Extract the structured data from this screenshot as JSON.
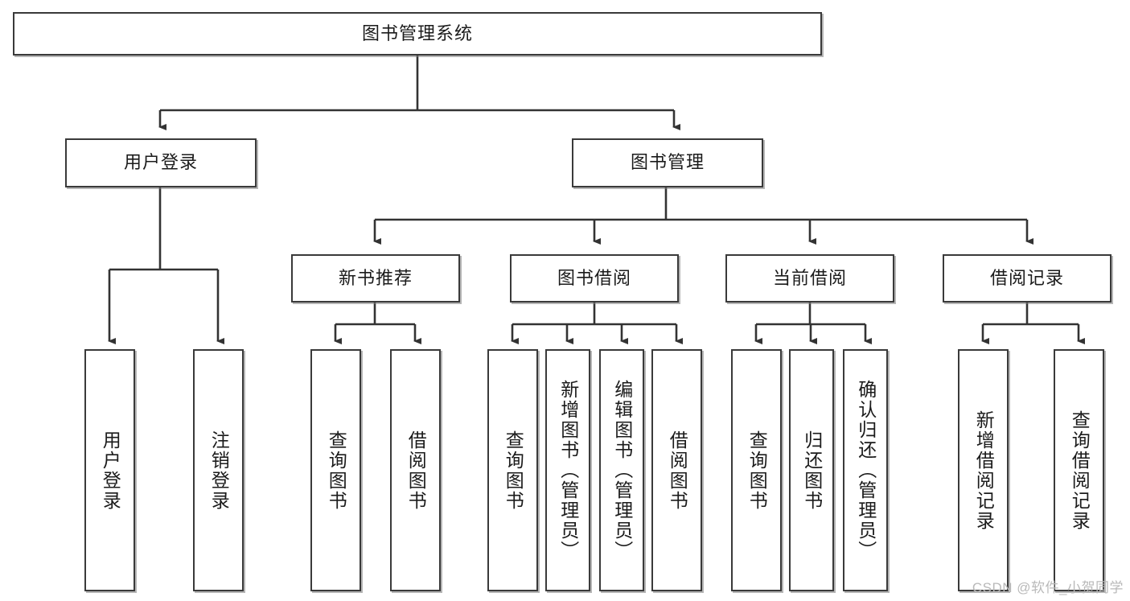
{
  "diagram": {
    "title": "图书管理系统",
    "type": "tree",
    "colors": {
      "box_border": "#3a3a3a",
      "box_fill": "#ffffff",
      "line": "#333333",
      "text": "#1b1b1b",
      "watermark": "#b9b9b9",
      "background": "#ffffff"
    },
    "root": {
      "label": "图书管理系统"
    },
    "level2": [
      {
        "label": "用户登录"
      },
      {
        "label": "图书管理"
      }
    ],
    "level3": [
      {
        "label": "新书推荐"
      },
      {
        "label": "图书借阅"
      },
      {
        "label": "当前借阅"
      },
      {
        "label": "借阅记录"
      }
    ],
    "leaves": {
      "user_login": [
        {
          "label": "用户登录"
        },
        {
          "label": "注销登录"
        }
      ],
      "new_book_recommend": [
        {
          "label": "查询图书"
        },
        {
          "label": "借阅图书"
        }
      ],
      "book_borrow": [
        {
          "label": "查询图书"
        },
        {
          "label": "新增图书（管理员）"
        },
        {
          "label": "编辑图书（管理员）"
        },
        {
          "label": "借阅图书"
        }
      ],
      "current_borrow": [
        {
          "label": "查询图书"
        },
        {
          "label": "归还图书"
        },
        {
          "label": "确认归还（管理员）"
        }
      ],
      "borrow_record": [
        {
          "label": "新增借阅记录"
        },
        {
          "label": "查询借阅记录"
        }
      ]
    }
  },
  "watermark": {
    "text": "CSDN @软件_小贺同学"
  }
}
